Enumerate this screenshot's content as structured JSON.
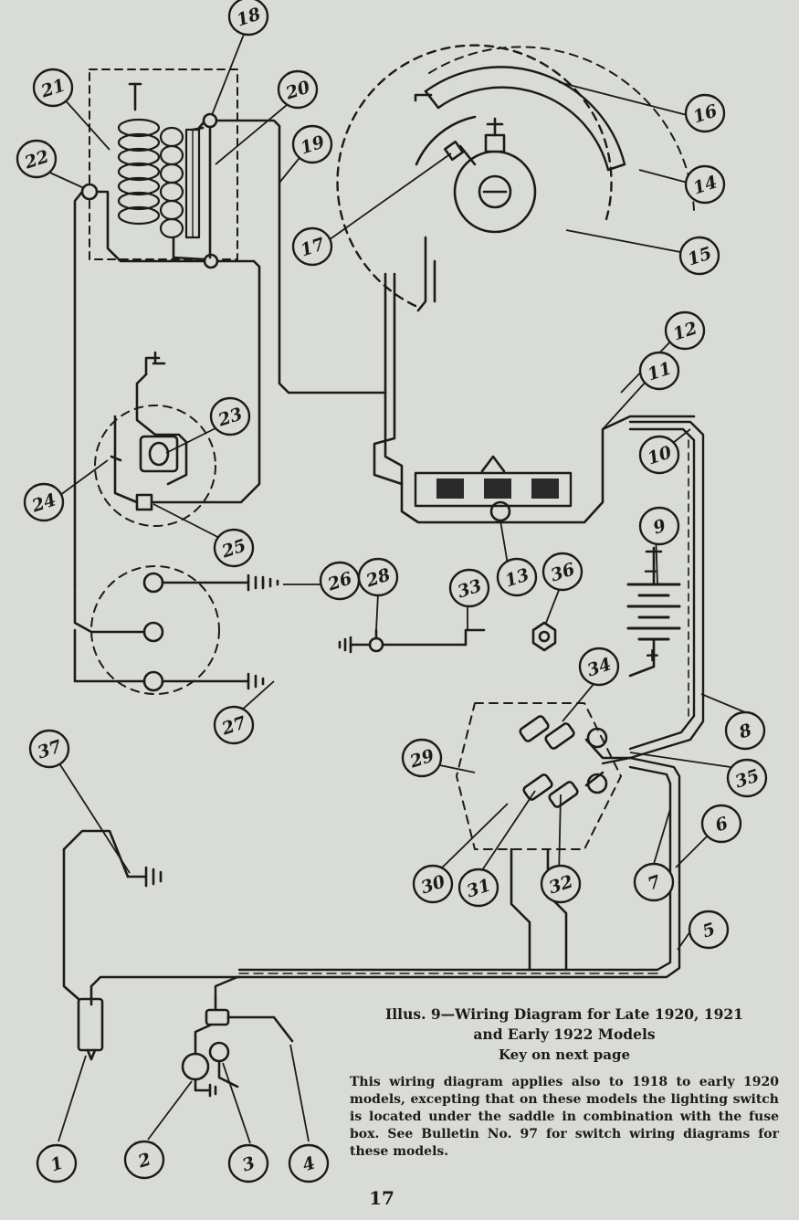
{
  "caption": {
    "title": "Illus. 9—Wiring Diagram for Late 1920, 1921",
    "title2": "and Early 1922 Models",
    "subtitle": "Key on next page",
    "body": "This wiring diagram applies also to 1918 to early 1920 models, excepting that on these models the lighting switch is located under the saddle in combination with the fuse box. See Bulletin No. 97 for switch wiring diagrams for these models."
  },
  "page_number": "17",
  "callouts": [
    "1",
    "2",
    "3",
    "4",
    "5",
    "6",
    "7",
    "8",
    "9",
    "10",
    "11",
    "12",
    "13",
    "14",
    "15",
    "16",
    "17",
    "18",
    "19",
    "20",
    "21",
    "22",
    "23",
    "24",
    "25",
    "26",
    "27",
    "28",
    "29",
    "30",
    "31",
    "32",
    "33",
    "34",
    "35",
    "36",
    "37"
  ],
  "battery_signs": {
    "minus": "−",
    "plus": "+"
  }
}
